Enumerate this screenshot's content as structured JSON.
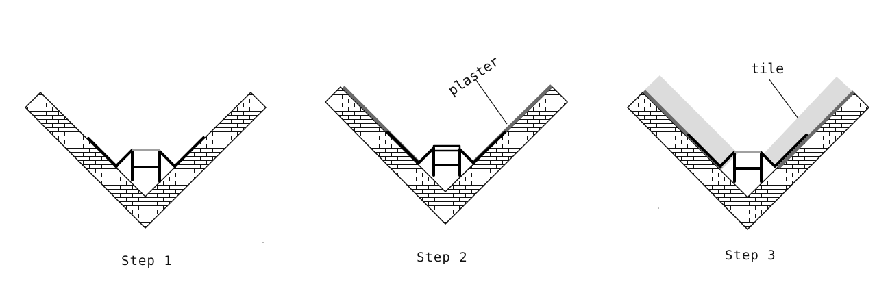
{
  "steps": [
    {
      "caption": "Step 1"
    },
    {
      "caption": "Step 2",
      "callout": "plaster"
    },
    {
      "caption": "Step 3",
      "callout": "tile"
    }
  ],
  "colors": {
    "background": "#ffffff",
    "line": "#111111",
    "profile": "#000000",
    "profile_cap": "#a0a0a0",
    "plaster": "#6a6a6a",
    "tile": "#dcdcdc"
  }
}
